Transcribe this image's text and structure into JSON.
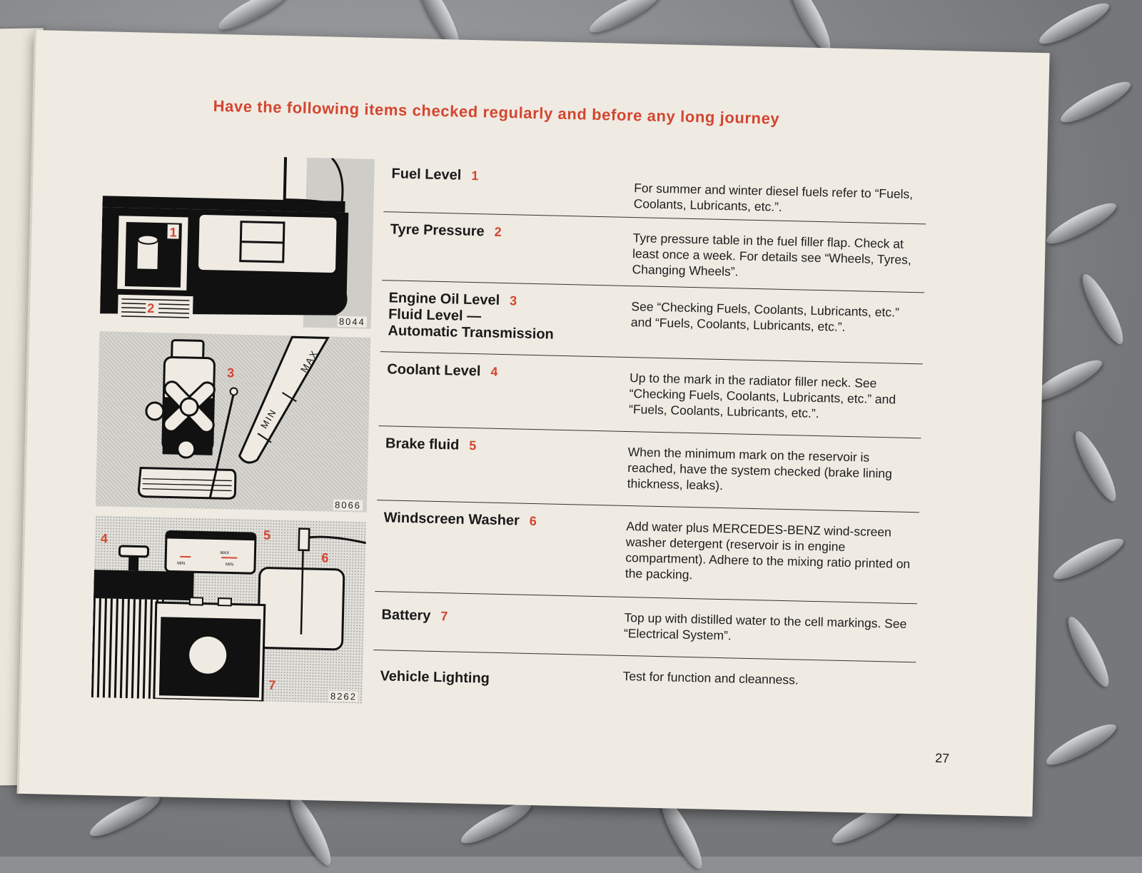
{
  "heading": "Have the following items checked regularly and before any long journey",
  "figures": [
    {
      "number": "8044",
      "callouts": [
        "1",
        "2"
      ]
    },
    {
      "number": "8066",
      "callouts": [
        "3"
      ],
      "gauge_labels": [
        "MAX",
        "MIN"
      ]
    },
    {
      "number": "8262",
      "callouts": [
        "4",
        "5",
        "6",
        "7"
      ],
      "reservoir_labels": [
        "MIN",
        "MAX",
        "MIN"
      ]
    }
  ],
  "items": [
    {
      "label": "Fuel Level",
      "number": "1",
      "description": "For summer and winter diesel fuels refer to “Fuels, Coolants, Lubricants, etc.”."
    },
    {
      "label": "Tyre Pressure",
      "number": "2",
      "description": "Tyre pressure table in the fuel filler flap. Check at least once a week. For details see “Wheels, Tyres, Changing Wheels”."
    },
    {
      "label": "Engine Oil Level",
      "number": "3",
      "label2": "Fluid Level —",
      "label3": "Automatic Transmission",
      "description": "See “Checking Fuels, Coolants, Lubricants, etc.” and “Fuels, Coolants, Lubricants, etc.”."
    },
    {
      "label": "Coolant Level",
      "number": "4",
      "description": "Up to the mark in the radiator filler neck. See “Checking Fuels, Coolants, Lubricants, etc.” and “Fuels, Coolants, Lubricants, etc.”."
    },
    {
      "label": "Brake fluid",
      "number": "5",
      "description": "When the minimum mark on the reservoir is reached, have the system checked (brake lining thickness, leaks)."
    },
    {
      "label": "Windscreen Washer",
      "number": "6",
      "description": "Add water plus MERCEDES-BENZ wind-screen washer detergent (reservoir is in engine compartment). Adhere to the mixing ratio printed on the packing."
    },
    {
      "label": "Battery",
      "number": "7",
      "description": "Top up with distilled water to the cell markings. See “Electrical System”."
    },
    {
      "label": "Vehicle Lighting",
      "number": "",
      "description": "Test for function and cleanness."
    }
  ],
  "page_number": "27"
}
